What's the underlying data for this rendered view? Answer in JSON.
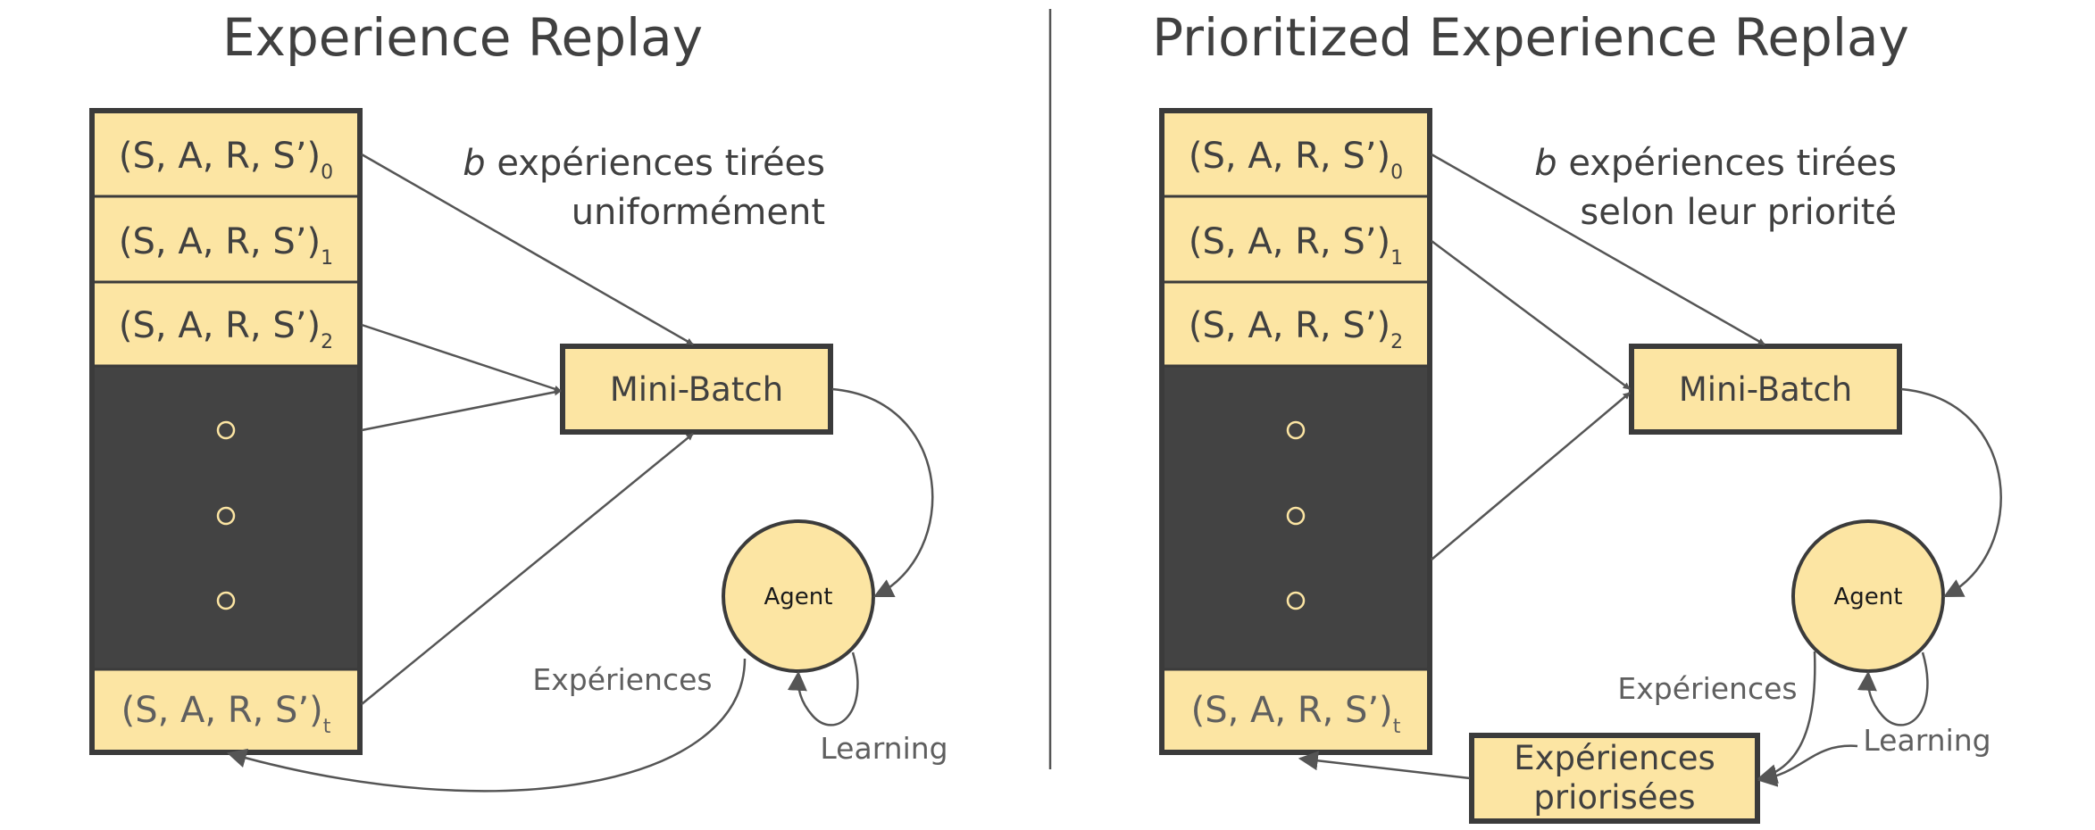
{
  "left": {
    "title": "Experience Replay",
    "caption": {
      "line1_italic": "b",
      "line1_rest": " expériences tirées",
      "line2": "uniformément"
    },
    "cells": [
      {
        "base": "(S, A, R, S’)",
        "sub": "0"
      },
      {
        "base": "(S, A, R, S’)",
        "sub": "1"
      },
      {
        "base": "(S, A, R, S’)",
        "sub": "2"
      },
      {
        "base": "(S, A, R, S’)",
        "sub": "t"
      }
    ],
    "minibatch_label": "Mini-Batch",
    "agent_label": "Agent",
    "experiences_label": "Expériences",
    "learning_label": "Learning"
  },
  "right": {
    "title": "Prioritized Experience Replay",
    "caption": {
      "line1_italic": "b",
      "line1_rest": " expériences tirées",
      "line2": "selon leur priorité"
    },
    "cells": [
      {
        "base": "(S, A, R, S’)",
        "sub": "0"
      },
      {
        "base": "(S, A, R, S’)",
        "sub": "1"
      },
      {
        "base": "(S, A, R, S’)",
        "sub": "2"
      },
      {
        "base": "(S, A, R, S’)",
        "sub": "t"
      }
    ],
    "minibatch_label": "Mini-Batch",
    "agent_label": "Agent",
    "experiences_label": "Expériences",
    "learning_label": "Learning",
    "prioritized_box": {
      "line1": "Expériences",
      "line2": "priorisées"
    }
  },
  "colors": {
    "cell_fill": "#fce5a3",
    "dark_fill": "#434343",
    "stroke": "#3b3b3b",
    "text": "#404040"
  }
}
